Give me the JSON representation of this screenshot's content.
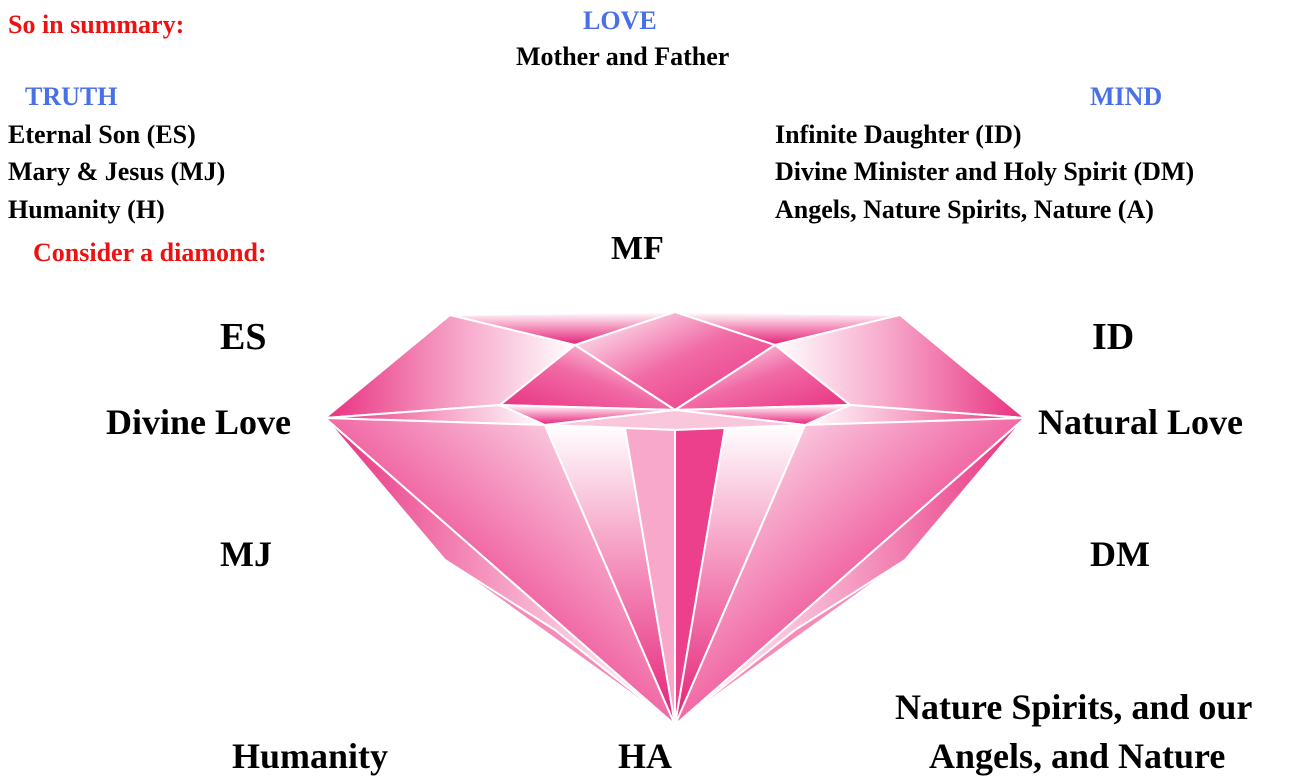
{
  "header": {
    "summary_label": "So in summary:",
    "love_label": "LOVE",
    "mother_father": "Mother and Father",
    "truth_label": "TRUTH",
    "mind_label": "MIND",
    "consider_label": "Consider a diamond:",
    "mf_label": "MF"
  },
  "truth_list": [
    "Eternal Son (ES)",
    "Mary & Jesus (MJ)",
    "Humanity (H)"
  ],
  "mind_list": [
    "Infinite Daughter (ID)",
    "Divine Minister and Holy Spirit (DM)",
    "Angels, Nature Spirits, Nature (A)"
  ],
  "diagram": {
    "left_es": "ES",
    "left_divine_love": "Divine Love",
    "left_mj": "MJ",
    "left_humanity": "Humanity",
    "right_id": "ID",
    "right_natural_love": "Natural Love",
    "right_dm": "DM",
    "right_nature_line1": "Nature Spirits, and our",
    "right_nature_line2": "Angels, and Nature",
    "bottom_ha": "HA"
  },
  "colors": {
    "accent_red": "#ee1111",
    "accent_blue": "#4a70e8",
    "diamond_pink": "#ec3f8c"
  }
}
